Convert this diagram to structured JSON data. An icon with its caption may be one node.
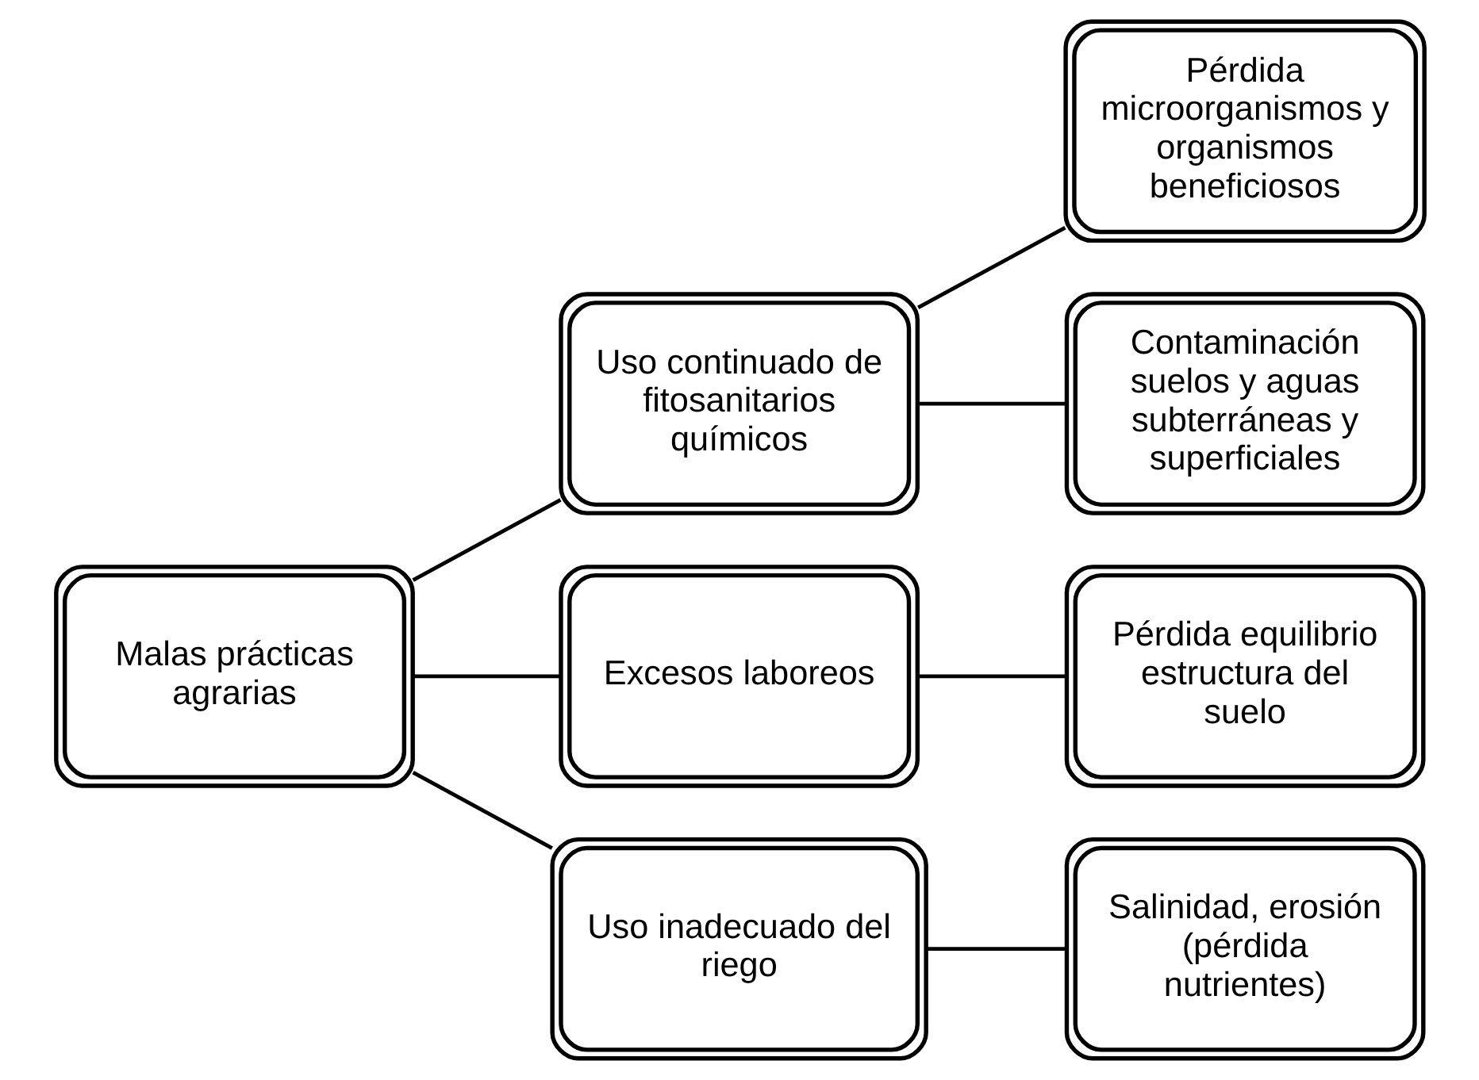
{
  "diagram": {
    "nodes": [
      {
        "text": [
          "Malas prácticas agrarias"
        ]
      },
      {
        "text": [
          "Uso continuado de fitosanitarios químicos"
        ]
      },
      {
        "text": [
          "Pérdida microorganismos y organismos beneficiosos"
        ]
      },
      {
        "text": [
          "Contaminación suelos y aguas subterráneas y superficiales"
        ]
      },
      {
        "text": [
          "Excesos laboreos"
        ]
      },
      {
        "text": [
          "Pérdida equilibrio estructura del suelo"
        ]
      },
      {
        "text": [
          "Uso inadecuado del riego"
        ]
      },
      {
        "text": [
          "Salinidad, erosión (pérdida nutrientes)"
        ]
      }
    ],
    "edges": [
      {
        "from": 0,
        "to": 1,
        "arrow": "none"
      },
      {
        "from": 1,
        "to": 2,
        "arrow": "none"
      },
      {
        "from": 1,
        "to": 3,
        "arrow": "none"
      },
      {
        "from": 0,
        "to": 4,
        "arrow": "none"
      },
      {
        "from": 4,
        "to": 5,
        "arrow": "none"
      },
      {
        "from": 0,
        "to": 6,
        "arrow": "none"
      },
      {
        "from": 6,
        "to": 7,
        "arrow": "none"
      }
    ]
  }
}
